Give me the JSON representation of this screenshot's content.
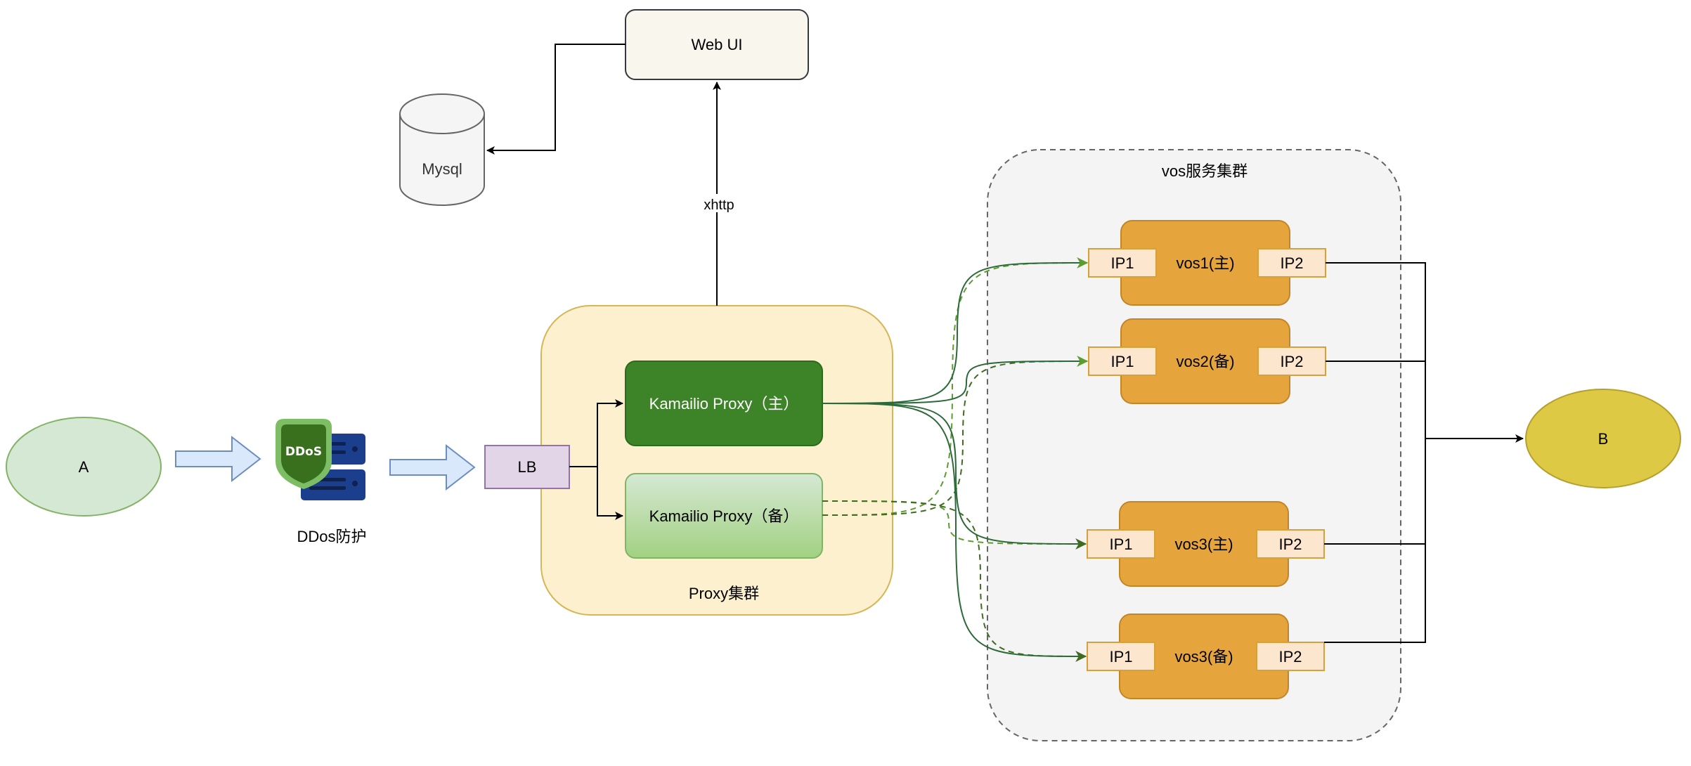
{
  "diagram": {
    "nodes": {
      "a": {
        "label": "A",
        "shape": "ellipse",
        "fill": "#d5e8d4",
        "stroke": "#82b366"
      },
      "ddos": {
        "label": "DDos防护",
        "icon": "ddos-shield-server-icon",
        "icon_text": "DDoS",
        "shield_fill": "#38701d",
        "shield_stroke": "#7dbd63",
        "server_fill": "#1b3f8c"
      },
      "lb": {
        "label": "LB",
        "fill": "#e1d5e7",
        "stroke": "#9673a6"
      },
      "proxy_cluster": {
        "label": "Proxy集群",
        "fill": "#fcf0cf",
        "stroke": "#d6b656"
      },
      "kamailio_primary": {
        "label": "Kamailio Proxy（主）",
        "fill": "#3d8428",
        "stroke": "#2d6a1b"
      },
      "kamailio_backup": {
        "label": "Kamailio Proxy（备）",
        "fill_top": "#d5e8d4",
        "fill_bottom": "#a2d181",
        "stroke": "#82b366"
      },
      "web_ui": {
        "label": "Web UI",
        "fill": "#f9f7ed",
        "stroke": "#36393d"
      },
      "mysql": {
        "label": "Mysql",
        "shape": "cylinder",
        "fill": "#f5f5f5",
        "stroke": "#666666"
      },
      "vos_cluster": {
        "label": "vos服务集群",
        "fill": "#f4f4f4",
        "stroke": "#666666",
        "dashed": true
      },
      "vos": [
        {
          "label": "vos1(主)",
          "ip_in": "IP1",
          "ip_out": "IP2"
        },
        {
          "label": "vos2(备)",
          "ip_in": "IP1",
          "ip_out": "IP2"
        },
        {
          "label": "vos3(主)",
          "ip_in": "IP1",
          "ip_out": "IP2"
        },
        {
          "label": "vos3(备)",
          "ip_in": "IP1",
          "ip_out": "IP2"
        }
      ],
      "vos_style": {
        "fill": "#e5a43c",
        "stroke": "#c28528",
        "ip_fill": "#fce6cd",
        "ip_stroke": "#d6a13d"
      },
      "b": {
        "label": "B",
        "shape": "ellipse",
        "fill": "#dec945",
        "stroke": "#b5a02e"
      }
    },
    "edges": [
      {
        "from": "a",
        "to": "ddos",
        "style": "block-arrow"
      },
      {
        "from": "ddos",
        "to": "lb",
        "style": "block-arrow"
      },
      {
        "from": "lb",
        "to": "kamailio_primary",
        "style": "orthogonal"
      },
      {
        "from": "lb",
        "to": "kamailio_backup",
        "style": "orthogonal"
      },
      {
        "from": "proxy_cluster",
        "to": "web_ui",
        "label": "xhttp"
      },
      {
        "from": "web_ui",
        "to": "mysql",
        "style": "orthogonal"
      },
      {
        "from": "kamailio_primary",
        "to": "vos1.IP1",
        "style": "curved-solid"
      },
      {
        "from": "kamailio_primary",
        "to": "vos2.IP1",
        "style": "curved-solid"
      },
      {
        "from": "kamailio_primary",
        "to": "vos3主.IP1",
        "style": "curved-solid"
      },
      {
        "from": "kamailio_primary",
        "to": "vos3备.IP1",
        "style": "curved-solid"
      },
      {
        "from": "kamailio_backup",
        "to": "vos1.IP1",
        "style": "curved-dashed"
      },
      {
        "from": "kamailio_backup",
        "to": "vos2.IP1",
        "style": "curved-dashed"
      },
      {
        "from": "kamailio_backup",
        "to": "vos3主.IP1",
        "style": "curved-dashed"
      },
      {
        "from": "kamailio_backup",
        "to": "vos3备.IP1",
        "style": "curved-dashed"
      },
      {
        "from": "vos.IP2",
        "to": "b",
        "style": "orthogonal-bus"
      }
    ],
    "edge_labels": {
      "xhttp": "xhttp"
    },
    "colors": {
      "solid_link": "#2d6a3a",
      "dashed_link_light": "#5d9c2f",
      "dashed_link_dark": "#3f6b1f",
      "arrow_block_fill": "#dae8fc",
      "arrow_block_stroke": "#6c8ebf",
      "connector": "#000000"
    }
  }
}
